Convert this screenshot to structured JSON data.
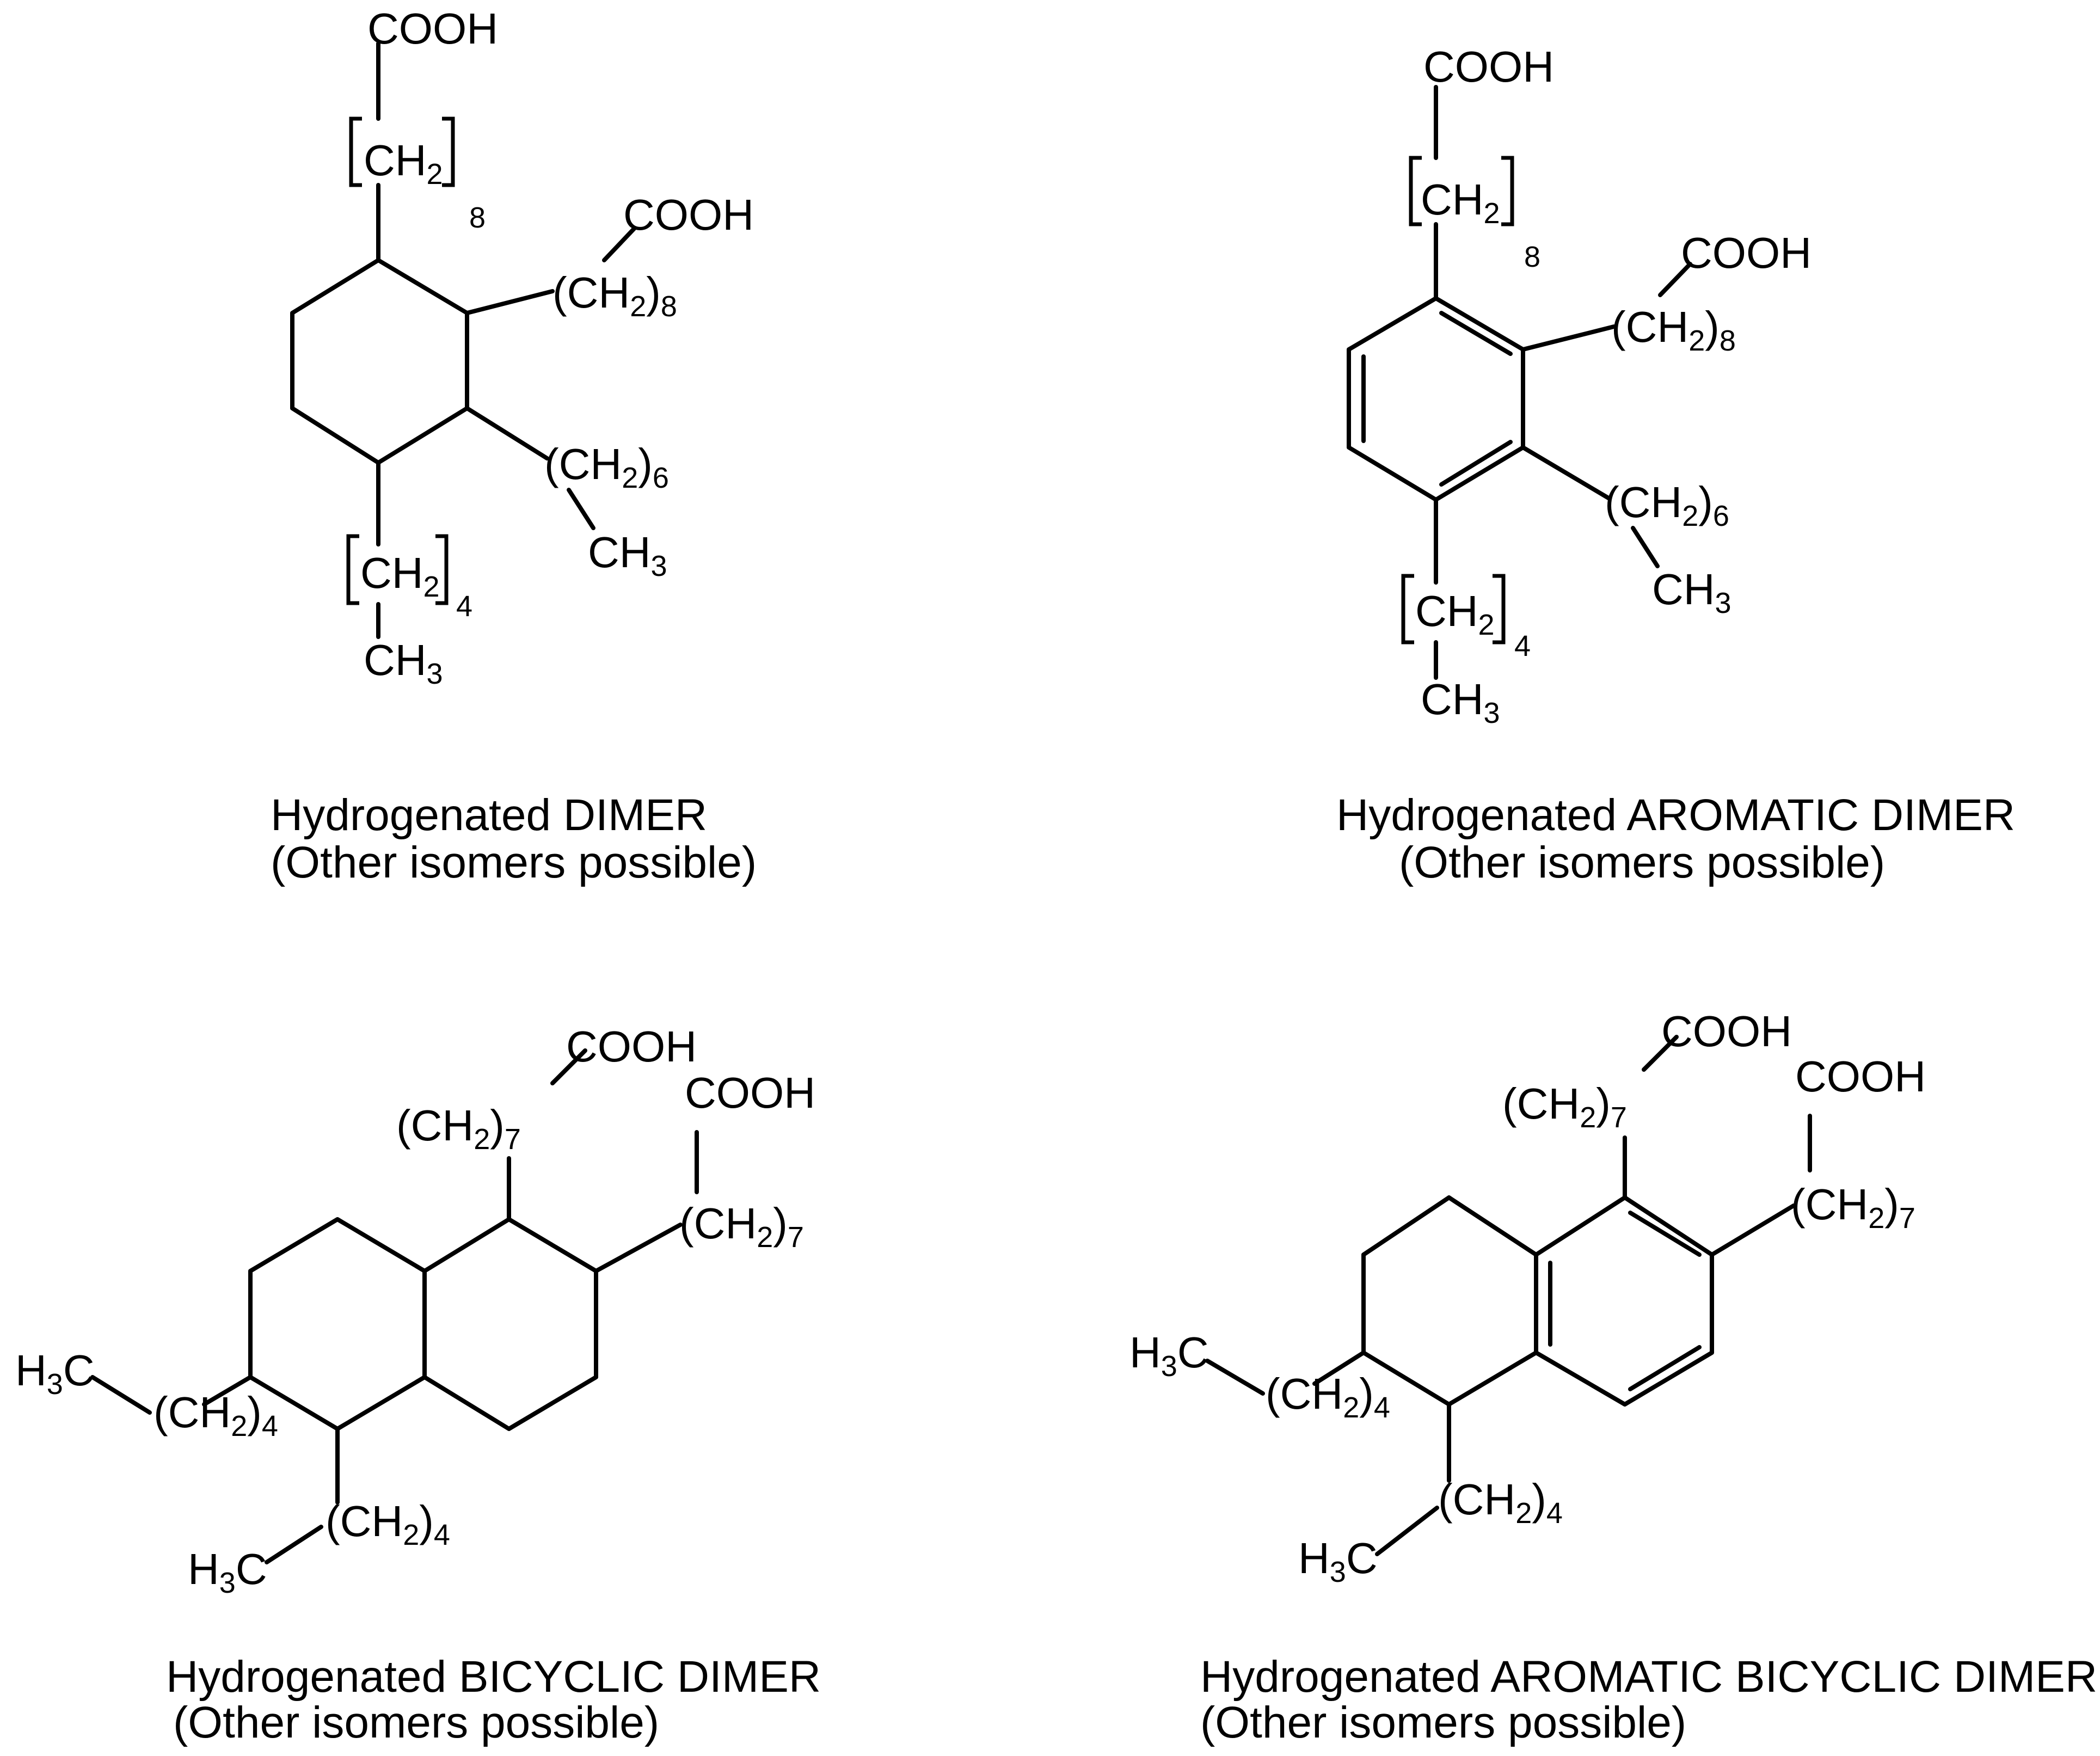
{
  "panels": [
    {
      "id": "hydrogenated-dimer",
      "caption_line1": "Hydrogenated DIMER",
      "caption_line2": "(Other isomers possible)",
      "labels": {
        "cooh_top": "COOH",
        "ch2_bracket_top": "CH",
        "ch2_bracket_top_sub": "2",
        "ch2_bracket_top_n": "8",
        "cooh_right": "COOH",
        "chain_right": "(CH",
        "chain_right_sub": "2",
        "chain_right_close": ")",
        "chain_right_n": "8",
        "chain_lower": "(CH",
        "chain_lower_sub": "2",
        "chain_lower_close": ")",
        "chain_lower_n": "6",
        "ch3_right": "CH",
        "ch3_right_sub": "3",
        "ch2_bracket_bottom": "CH",
        "ch2_bracket_bottom_sub": "2",
        "ch2_bracket_bottom_n": "4",
        "ch3_bottom": "CH",
        "ch3_bottom_sub": "3"
      }
    },
    {
      "id": "hydrogenated-aromatic-dimer",
      "caption_line1": "Hydrogenated AROMATIC DIMER",
      "caption_line2": "(Other isomers possible)",
      "labels": {
        "cooh_top": "COOH",
        "ch2_bracket_top": "CH",
        "ch2_bracket_top_sub": "2",
        "ch2_bracket_top_n": "8",
        "cooh_right": "COOH",
        "chain_right": "(CH",
        "chain_right_sub": "2",
        "chain_right_close": ")",
        "chain_right_n": "8",
        "chain_lower": "(CH",
        "chain_lower_sub": "2",
        "chain_lower_close": ")",
        "chain_lower_n": "6",
        "ch3_right": "CH",
        "ch3_right_sub": "3",
        "ch2_bracket_bottom": "CH",
        "ch2_bracket_bottom_sub": "2",
        "ch2_bracket_bottom_n": "4",
        "ch3_bottom": "CH",
        "ch3_bottom_sub": "3"
      }
    },
    {
      "id": "hydrogenated-bicyclic-dimer",
      "caption_line1": "Hydrogenated BICYCLIC DIMER",
      "caption_line2": "(Other isomers possible)",
      "labels": {
        "cooh_a": "COOH",
        "chain_a": "(CH",
        "chain_a_sub": "2",
        "chain_a_close": ")",
        "chain_a_n": "7",
        "cooh_b": "COOH",
        "chain_b": "(CH",
        "chain_b_sub": "2",
        "chain_b_close": ")",
        "chain_b_n": "7",
        "h3c_upper": "H",
        "h3c_upper_sub": "3",
        "h3c_upper_c": "C",
        "chain_c": "(CH",
        "chain_c_sub": "2",
        "chain_c_close": ")",
        "chain_c_n": "4",
        "chain_d": "(CH",
        "chain_d_sub": "2",
        "chain_d_close": ")",
        "chain_d_n": "4",
        "h3c_lower": "H",
        "h3c_lower_sub": "3",
        "h3c_lower_c": "C"
      }
    },
    {
      "id": "hydrogenated-aromatic-bicyclic-dimer",
      "caption_line1": "Hydrogenated AROMATIC BICYCLIC DIMER",
      "caption_line2": "(Other isomers possible)",
      "labels": {
        "cooh_a": "COOH",
        "chain_a": "(CH",
        "chain_a_sub": "2",
        "chain_a_close": ")",
        "chain_a_n": "7",
        "cooh_b": "COOH",
        "chain_b": "(CH",
        "chain_b_sub": "2",
        "chain_b_close": ")",
        "chain_b_n": "7",
        "h3c_upper": "H",
        "h3c_upper_sub": "3",
        "h3c_upper_c": "C",
        "chain_c": "(CH",
        "chain_c_sub": "2",
        "chain_c_close": ")",
        "chain_c_n": "4",
        "chain_d": "(CH",
        "chain_d_sub": "2",
        "chain_d_close": ")",
        "chain_d_n": "4",
        "h3c_lower": "H",
        "h3c_lower_sub": "3",
        "h3c_lower_c": "C"
      }
    }
  ]
}
